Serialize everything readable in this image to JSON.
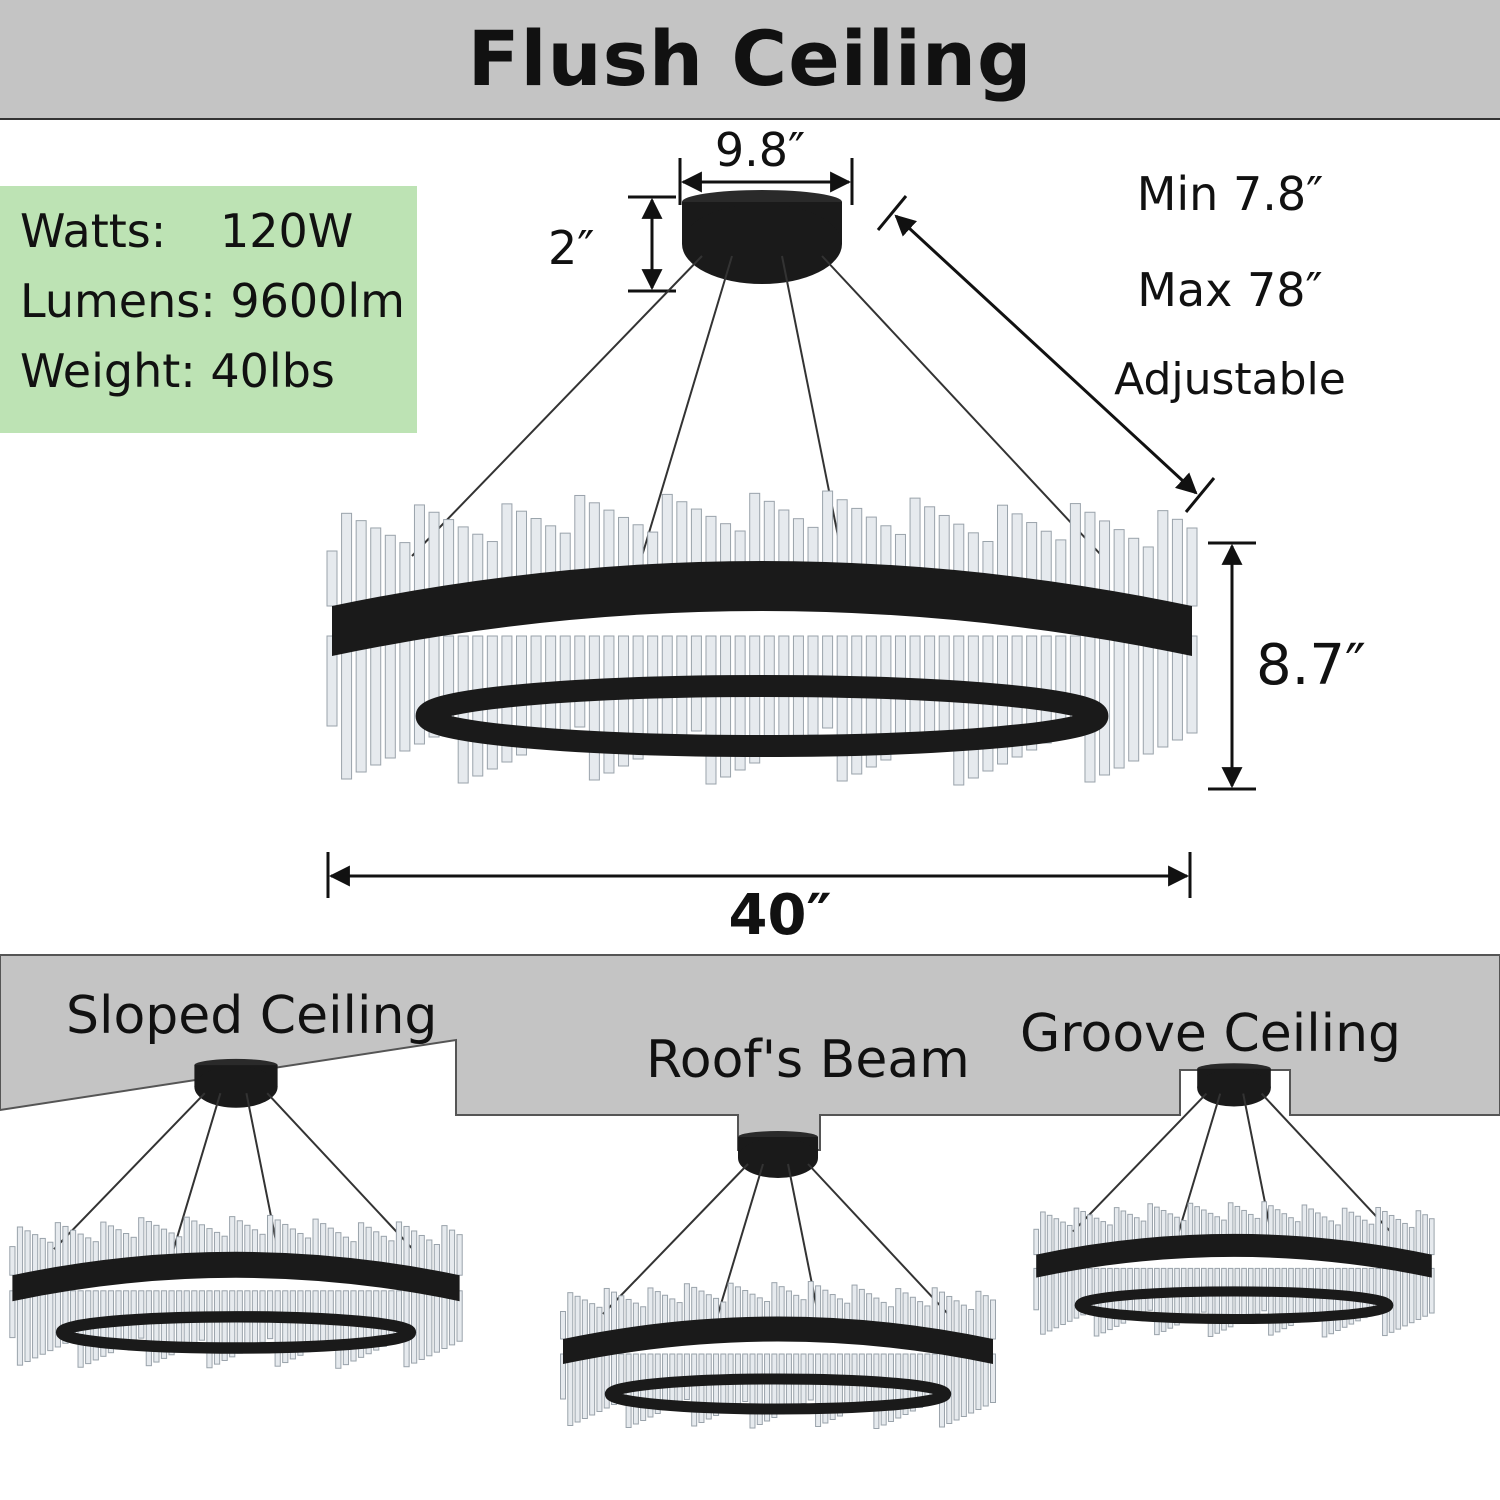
{
  "header": {
    "title": "Flush Ceiling"
  },
  "specs": {
    "watts": {
      "label": "Watts:",
      "value": "120W"
    },
    "lumens": {
      "label": "Lumens:",
      "value": "9600lm"
    },
    "weight": {
      "label": "Weight:",
      "value": "40lbs"
    }
  },
  "dimensions": {
    "canopy_width": "9.8″",
    "canopy_height": "2″",
    "hang_min": "Min 7.8″",
    "hang_max": "Max 78″",
    "hang_note": "Adjustable",
    "ring_height": "8.7″",
    "ring_diameter": "40″"
  },
  "installations": [
    {
      "label": "Sloped Ceiling"
    },
    {
      "label": "Roof's Beam"
    },
    {
      "label": "Groove Ceiling"
    }
  ],
  "colors": {
    "ceiling_gray": "#c4c4c4",
    "spec_green": "#bde3b4",
    "fixture_black": "#1a1a1a",
    "crystal": "#e6eaee"
  },
  "icons": [
    "chandelier-illustration",
    "dimension-arrow"
  ]
}
